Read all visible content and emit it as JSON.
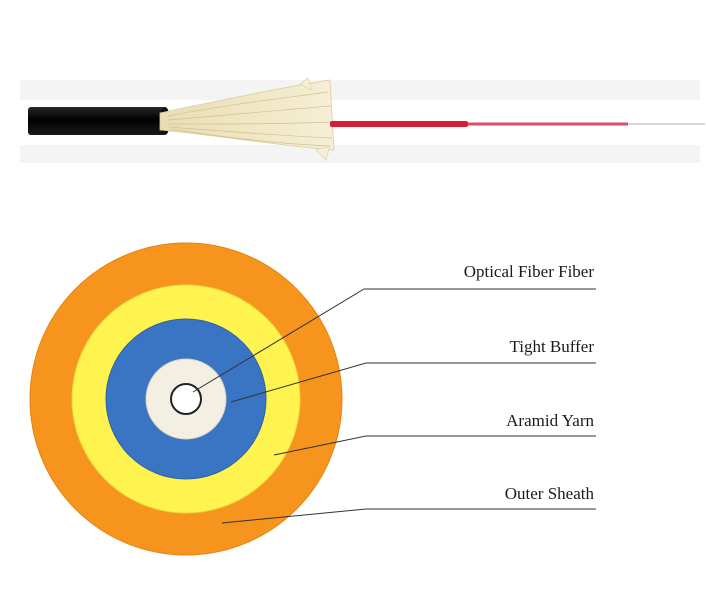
{
  "labels": {
    "optical_fiber": "Optical Fiber  Fiber",
    "tight_buffer": "Tight Buffer",
    "aramid_yarn": "Aramid Yarn",
    "outer_sheath": "Outer Sheath"
  },
  "colors": {
    "outer_sheath": "#f7941d",
    "aramid_yarn": "#fff44f",
    "tight_buffer": "#3a75c4",
    "optical_fiber_coating": "#f3efe2",
    "jacket": "#111111",
    "aramid_strands": "#efe4bf",
    "buffered_fiber": "#d81b36",
    "bare_fiber": "#c8c8c8",
    "leader_line": "#333333"
  }
}
